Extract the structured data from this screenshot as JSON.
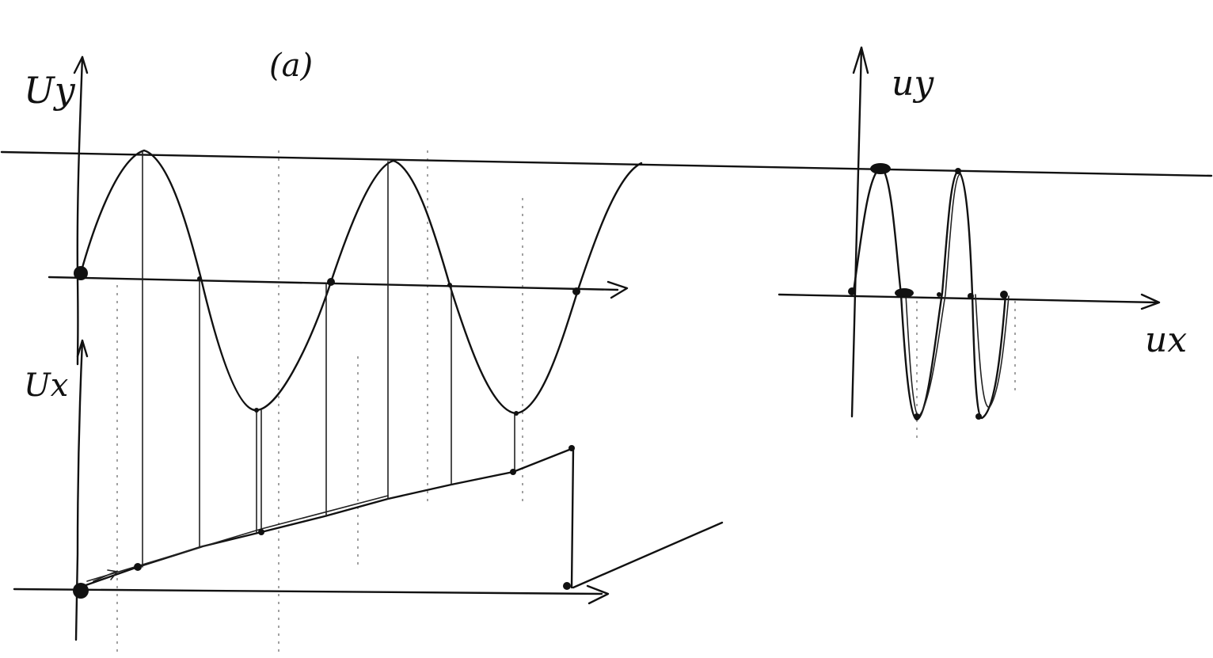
{
  "labels": {
    "part": "(a)",
    "left_input_axis": "Uy",
    "left_sweep_axis": "Ux",
    "right_y_axis": "uy",
    "right_x_axis": "ux"
  }
}
